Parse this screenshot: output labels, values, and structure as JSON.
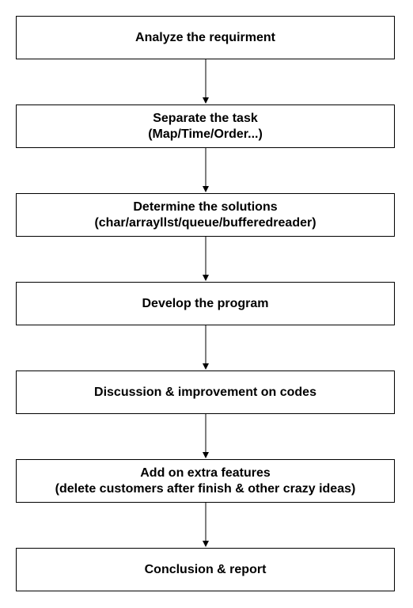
{
  "steps": [
    {
      "line1": "Analyze the requirment",
      "line2": ""
    },
    {
      "line1": "Separate the task",
      "line2": "(Map/Time/Order...)"
    },
    {
      "line1": "Determine the solutions",
      "line2": "(char/arrayllst/queue/bufferedreader)"
    },
    {
      "line1": "Develop the program",
      "line2": ""
    },
    {
      "line1": "Discussion & improvement on codes",
      "line2": ""
    },
    {
      "line1": "Add on extra features",
      "line2": "(delete customers after finish & other crazy ideas)"
    },
    {
      "line1": "Conclusion & report",
      "line2": ""
    }
  ],
  "colors": {
    "stroke": "#000000",
    "fill": "#ffffff",
    "text": "#000000"
  }
}
